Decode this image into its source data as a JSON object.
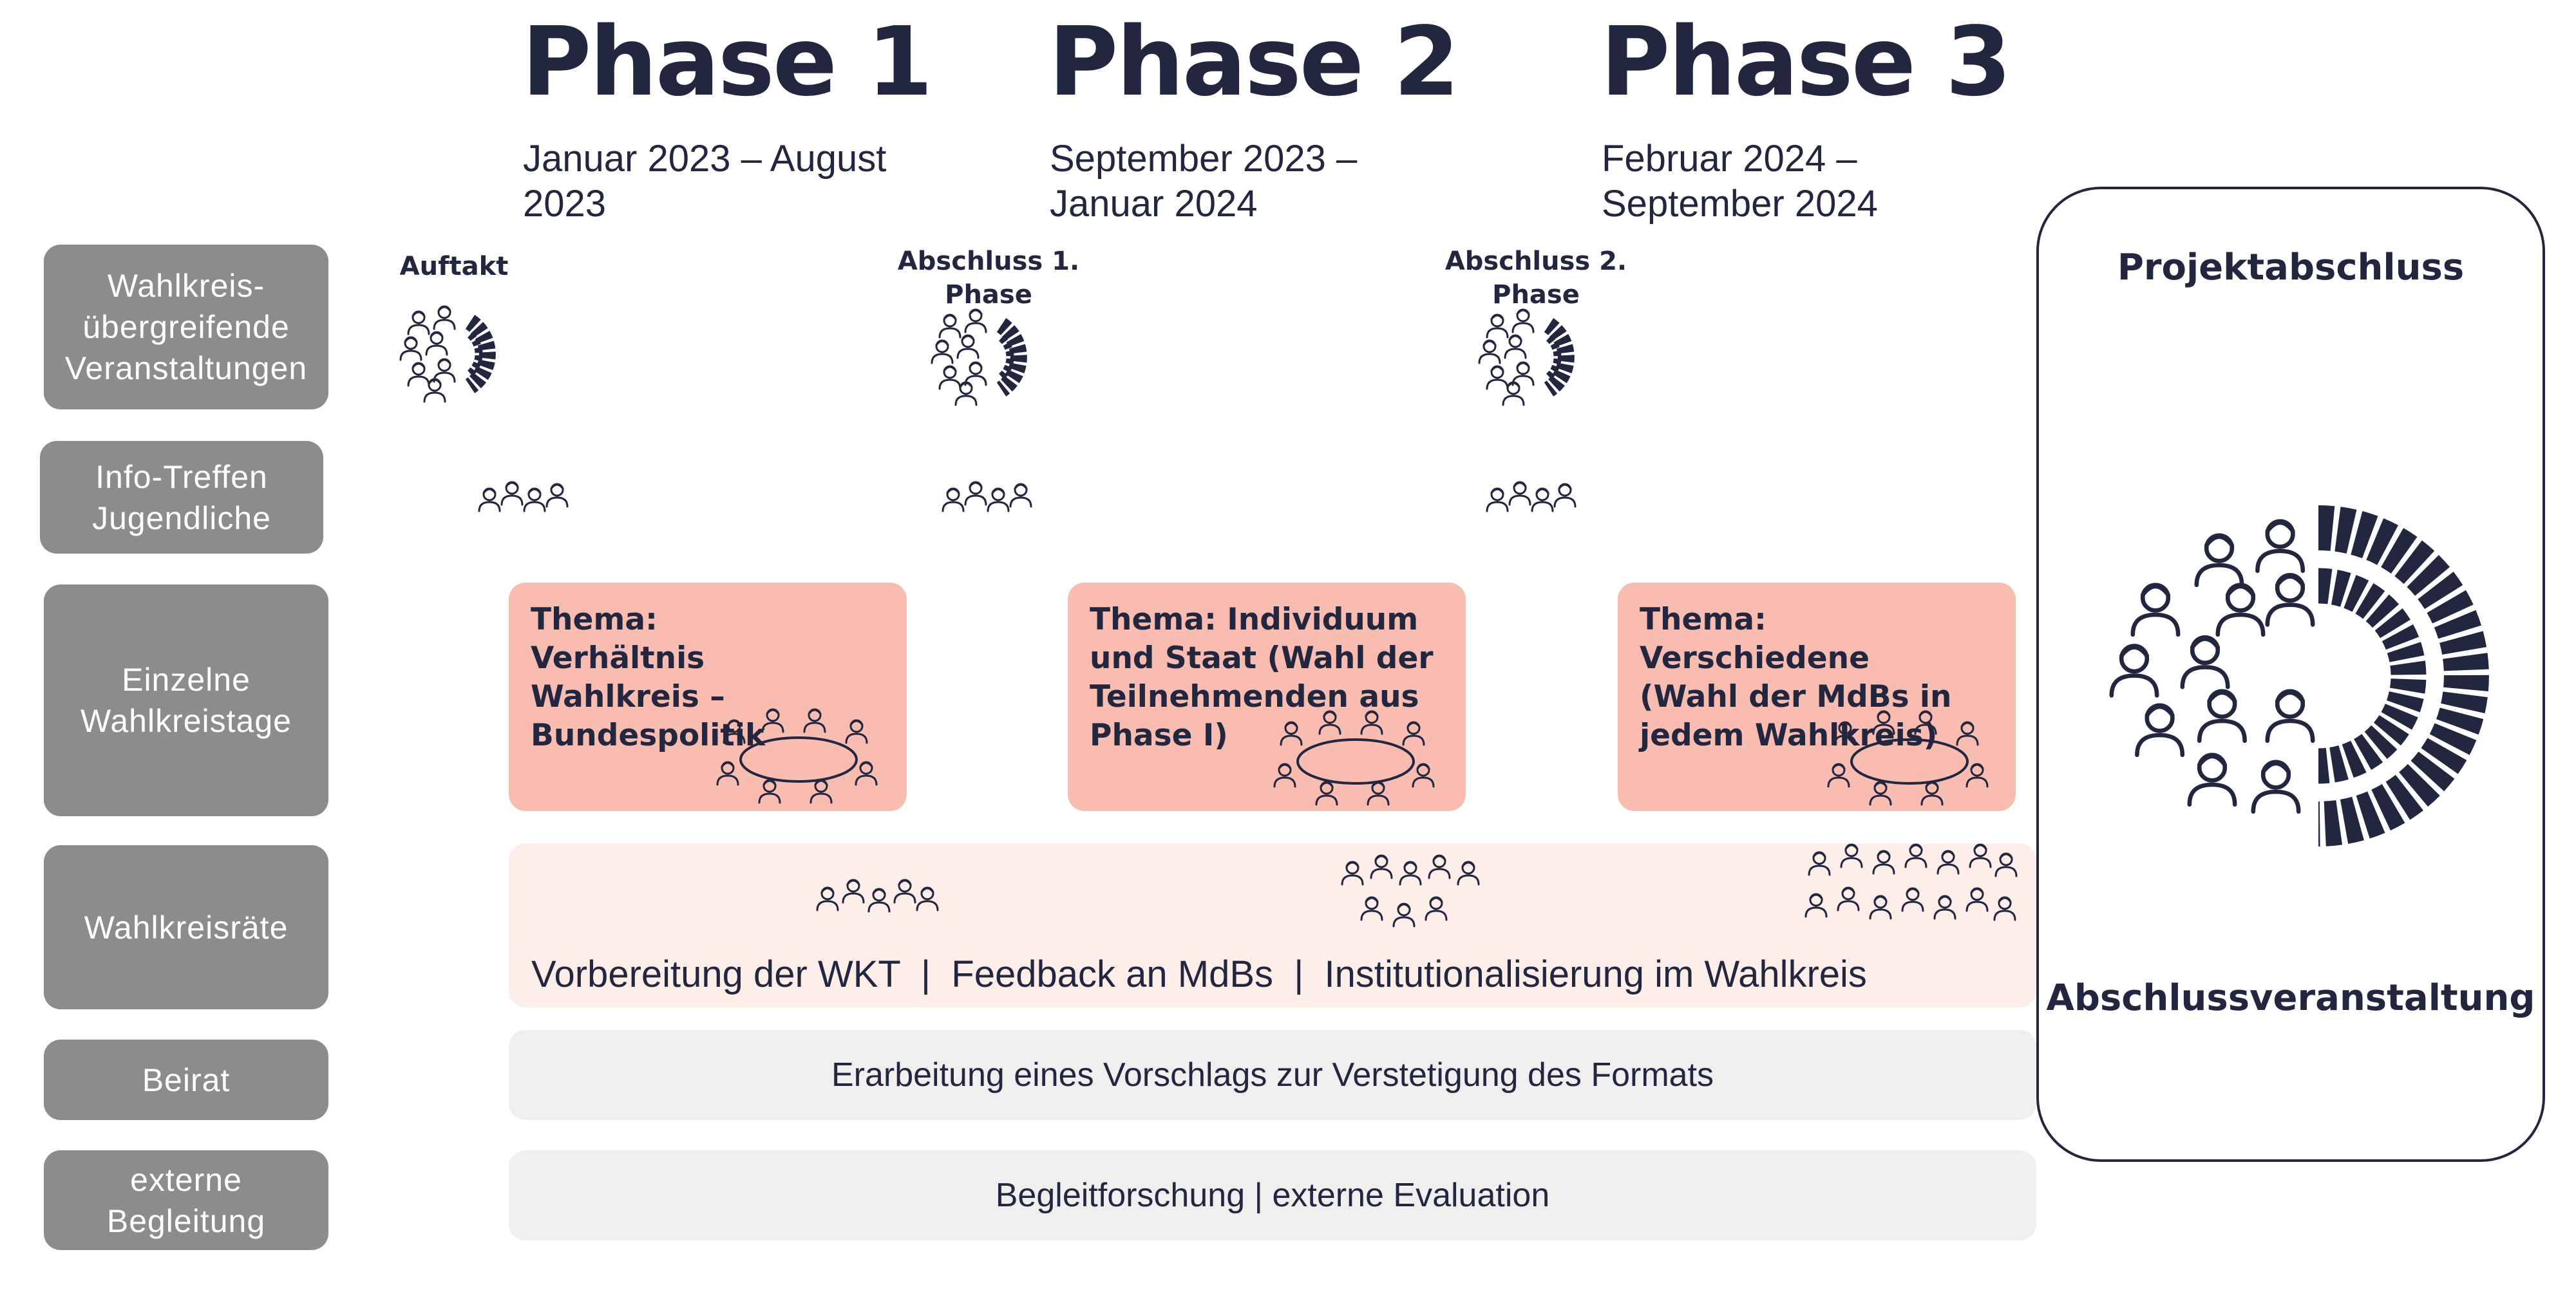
{
  "phases": [
    {
      "title": "Phase 1",
      "dates": "Januar 2023 – August 2023"
    },
    {
      "title": "Phase 2",
      "dates": "September 2023 – Januar 2024"
    },
    {
      "title": "Phase 3",
      "dates": "Februar 2024 – September 2024"
    }
  ],
  "rows": {
    "events": "Wahlkreis-übergreifende Veranstaltungen",
    "info": "Info-Treffen Jugendliche",
    "wahlkreistage": "Einzelne Wahlkreistage",
    "wahlkreisraete": "Wahlkreisräte",
    "beirat": "Beirat",
    "extern": "externe Begleitung"
  },
  "events": {
    "auftakt": "Auftakt",
    "abschluss1": "Abschluss 1. Phase",
    "abschluss2": "Abschluss 2. Phase"
  },
  "themes": [
    "Thema: Verhältnis Wahlkreis – Bundespolitik",
    "Thema: Individuum und Staat (Wahl der Teilnehmenden aus Phase I)",
    "Thema: Verschiedene (Wahl der MdBs in jedem Wahlkreis)"
  ],
  "wahlkreisraete_text": "Vorbereitung der WKT  |  Feedback an MdBs  |  Institutionalisierung im Wahlkreis",
  "beirat_text": "Erarbeitung eines Vorschlags zur Verstetigung des Formats",
  "extern_text": "Begleitforschung | externe Evaluation",
  "final": {
    "title": "Projektabschluss",
    "subtitle": "Abschlussveranstaltung"
  },
  "colors": {
    "navy": "#23263f",
    "label_grey": "#8c8c8c",
    "theme_salmon": "#f9bcb1",
    "band_pink": "#fdeeea",
    "band_grey": "#efefef"
  }
}
